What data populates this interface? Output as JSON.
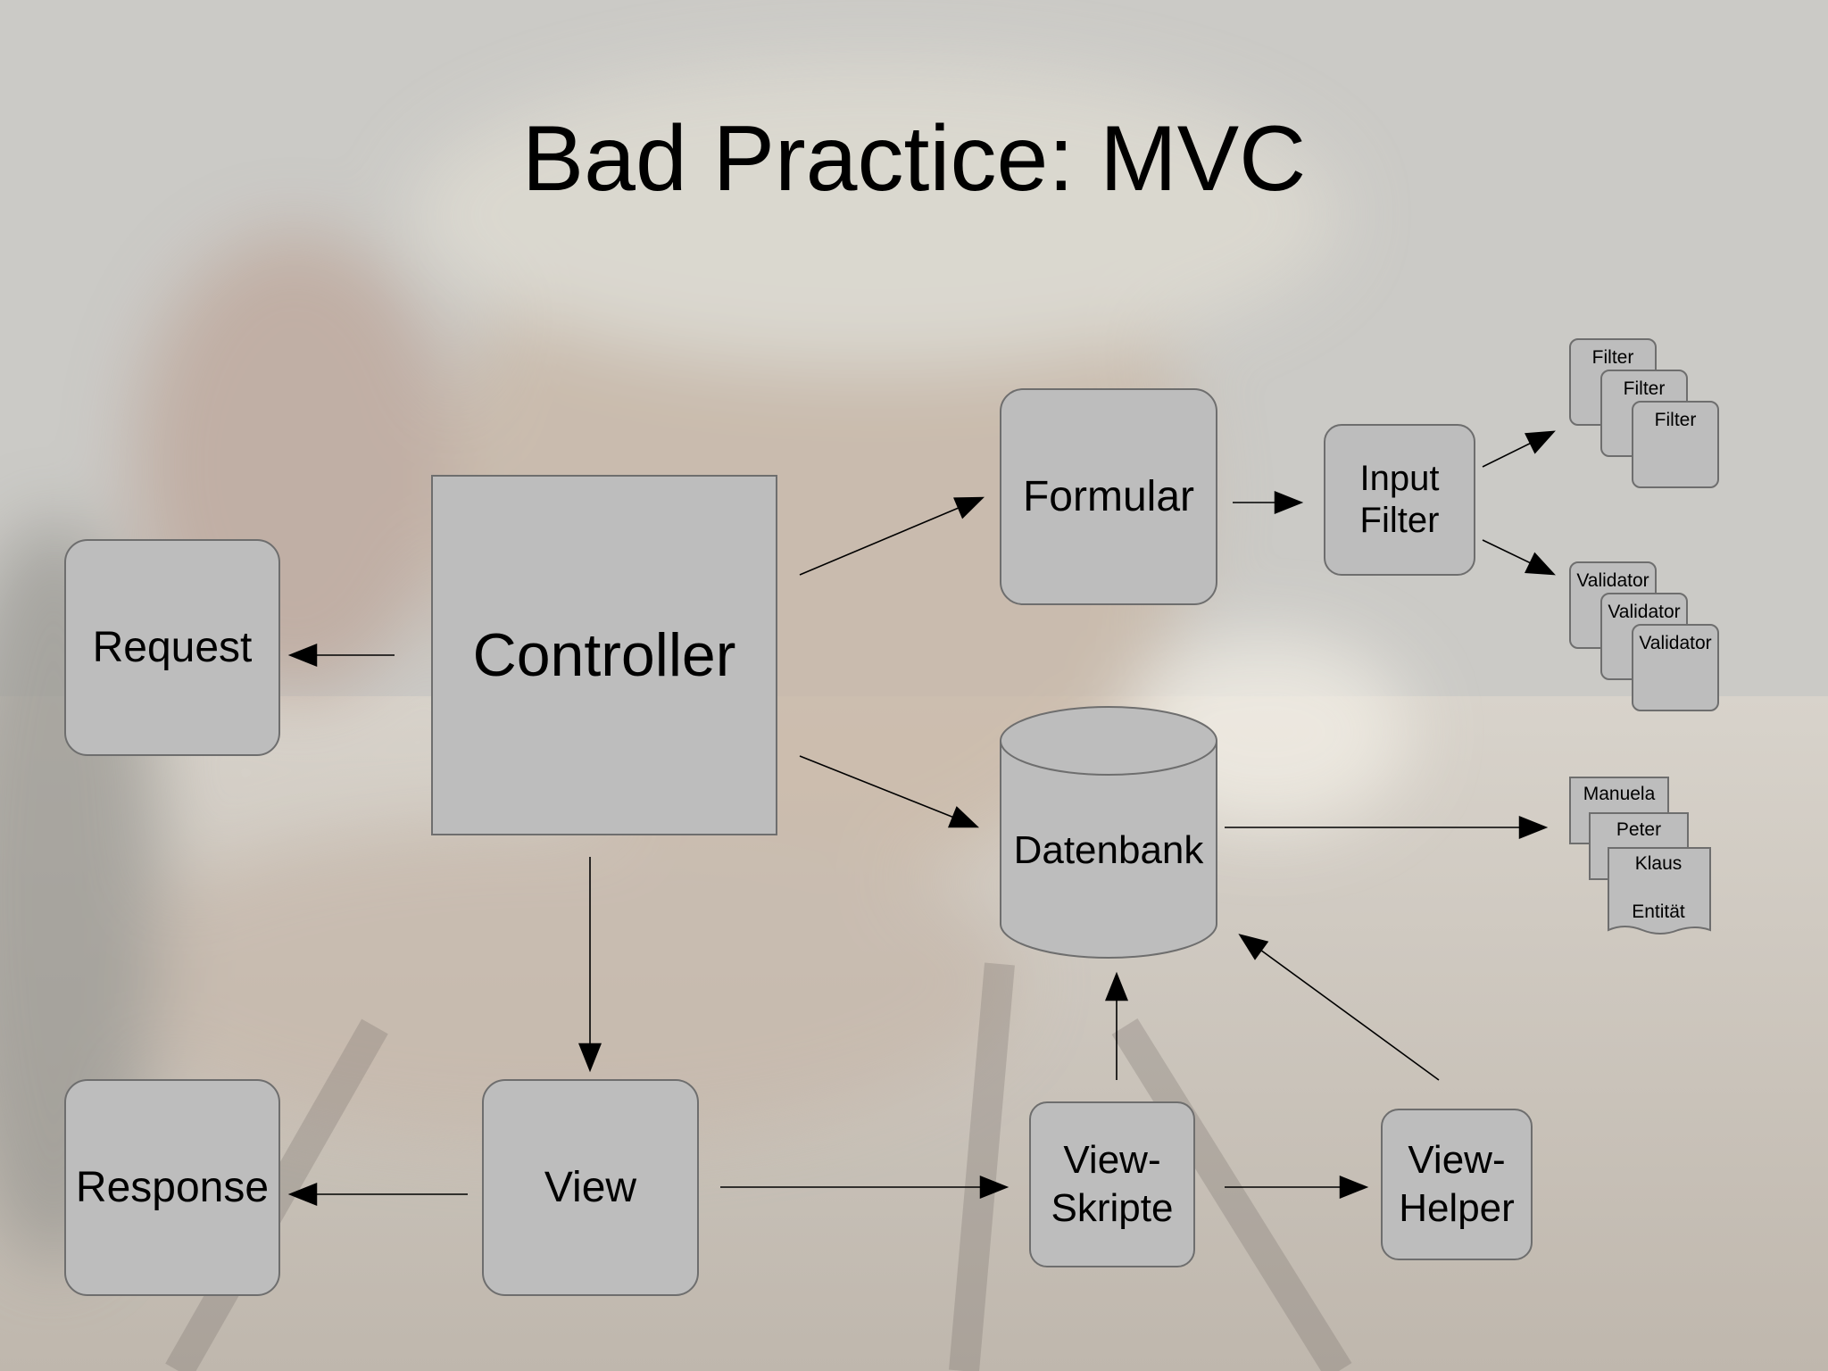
{
  "slide": {
    "title": "Bad Practice: MVC"
  },
  "nodes": {
    "request": "Request",
    "controller": "Controller",
    "formular": "Formular",
    "input_filter": [
      "Input",
      "Filter"
    ],
    "datenbank": "Datenbank",
    "response": "Response",
    "view": "View",
    "view_skripte": [
      "View-",
      "Skripte"
    ],
    "view_helper": [
      "View-",
      "Helper"
    ]
  },
  "filter_stack": [
    "Filter",
    "Filter",
    "Filter"
  ],
  "validator_stack": [
    "Validator",
    "Validator",
    "Validator"
  ],
  "entity_stack": {
    "cards": [
      "Manuela",
      "Peter",
      "Klaus"
    ],
    "label": "Entität"
  },
  "colors": {
    "box_fill": "#bdbdbd",
    "box_border": "#6e6e6e",
    "arrow": "#000000"
  }
}
